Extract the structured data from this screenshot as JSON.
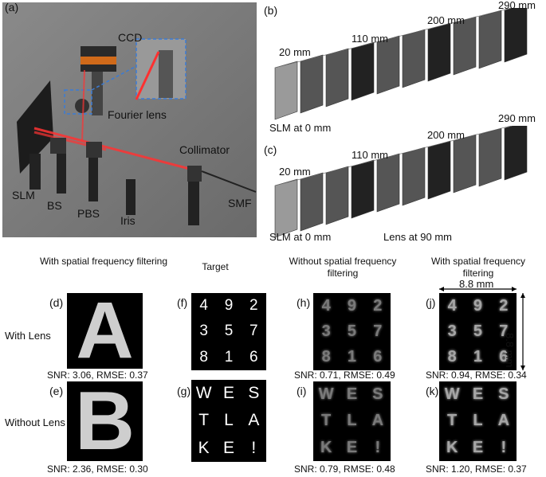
{
  "panel_a": {
    "label": "(a)",
    "ccd": "CCD",
    "fourier_lens": "Fourier lens",
    "collimator": "Collimator",
    "slm": "SLM",
    "bs": "BS",
    "pbs": "PBS",
    "iris": "Iris",
    "smf": "SMF"
  },
  "panel_b": {
    "label": "(b)",
    "d20": "20 mm",
    "d110": "110 mm",
    "d200": "200 mm",
    "d290": "290 mm",
    "slm": "SLM at 0 mm"
  },
  "panel_c": {
    "label": "(c)",
    "d20": "20 mm",
    "d110": "110 mm",
    "d200": "200 mm",
    "d290": "290 mm",
    "slm": "SLM at 0 mm",
    "lens": "Lens at 90 mm"
  },
  "headers": {
    "with_filter": "With spatial frequency filtering",
    "target": "Target",
    "without_filter": "Without spatial frequency filtering",
    "with_filter2": "With spatial frequency filtering"
  },
  "rows": {
    "with_lens": "With Lens",
    "without_lens": "Without Lens"
  },
  "panels": {
    "d": {
      "label": "(d)",
      "caption": "SNR: 3.06, RMSE: 0.37",
      "glyph": "A"
    },
    "e": {
      "label": "(e)",
      "caption": "SNR: 2.36, RMSE: 0.30",
      "glyph": "B"
    },
    "f": {
      "label": "(f)",
      "cells": [
        "4",
        "9",
        "2",
        "3",
        "5",
        "7",
        "8",
        "1",
        "6"
      ]
    },
    "g": {
      "label": "(g)",
      "cells": [
        "W",
        "E",
        "S",
        "T",
        "L",
        "A",
        "K",
        "E",
        "!"
      ]
    },
    "h": {
      "label": "(h)",
      "caption": "SNR: 0.71, RMSE: 0.49"
    },
    "i": {
      "label": "(i)",
      "caption": "SNR: 0.79, RMSE: 0.48"
    },
    "j": {
      "label": "(j)",
      "caption": "SNR: 0.94, RMSE: 0.34"
    },
    "k": {
      "label": "(k)",
      "caption": "SNR: 1.20, RMSE: 0.37"
    }
  },
  "scale": {
    "horizontal": "8.8 mm",
    "vertical": "8.8 mm"
  }
}
